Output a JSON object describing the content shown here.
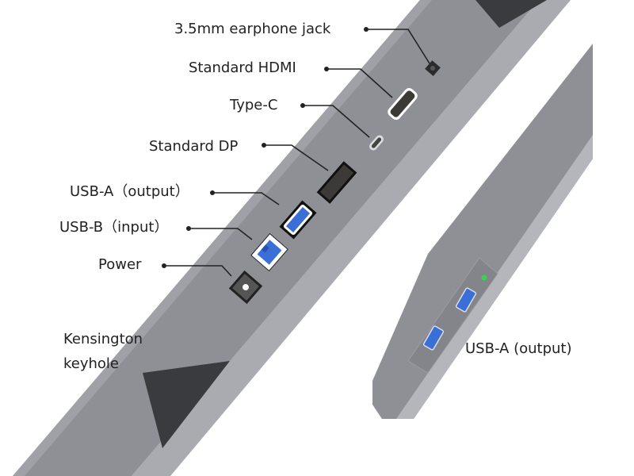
{
  "labels": {
    "earphone": "3.5mm earphone jack",
    "hdmi": "Standard HDMI",
    "typec": "Type-C",
    "dp": "Standard DP",
    "usba_output": "USB-A（output）",
    "usbb_input": "USB-B（input）",
    "power": "Power",
    "kensington_line1": "Kensington",
    "kensington_line2": "keyhole",
    "side_usba": "USB-A (output)"
  },
  "colors": {
    "bar_face": "#8e9096",
    "bar_side": "#a9abb1",
    "usb_blue": "#3a6fd8",
    "led_green": "#36d648",
    "keyhole_dark": "#3a3b3f"
  }
}
